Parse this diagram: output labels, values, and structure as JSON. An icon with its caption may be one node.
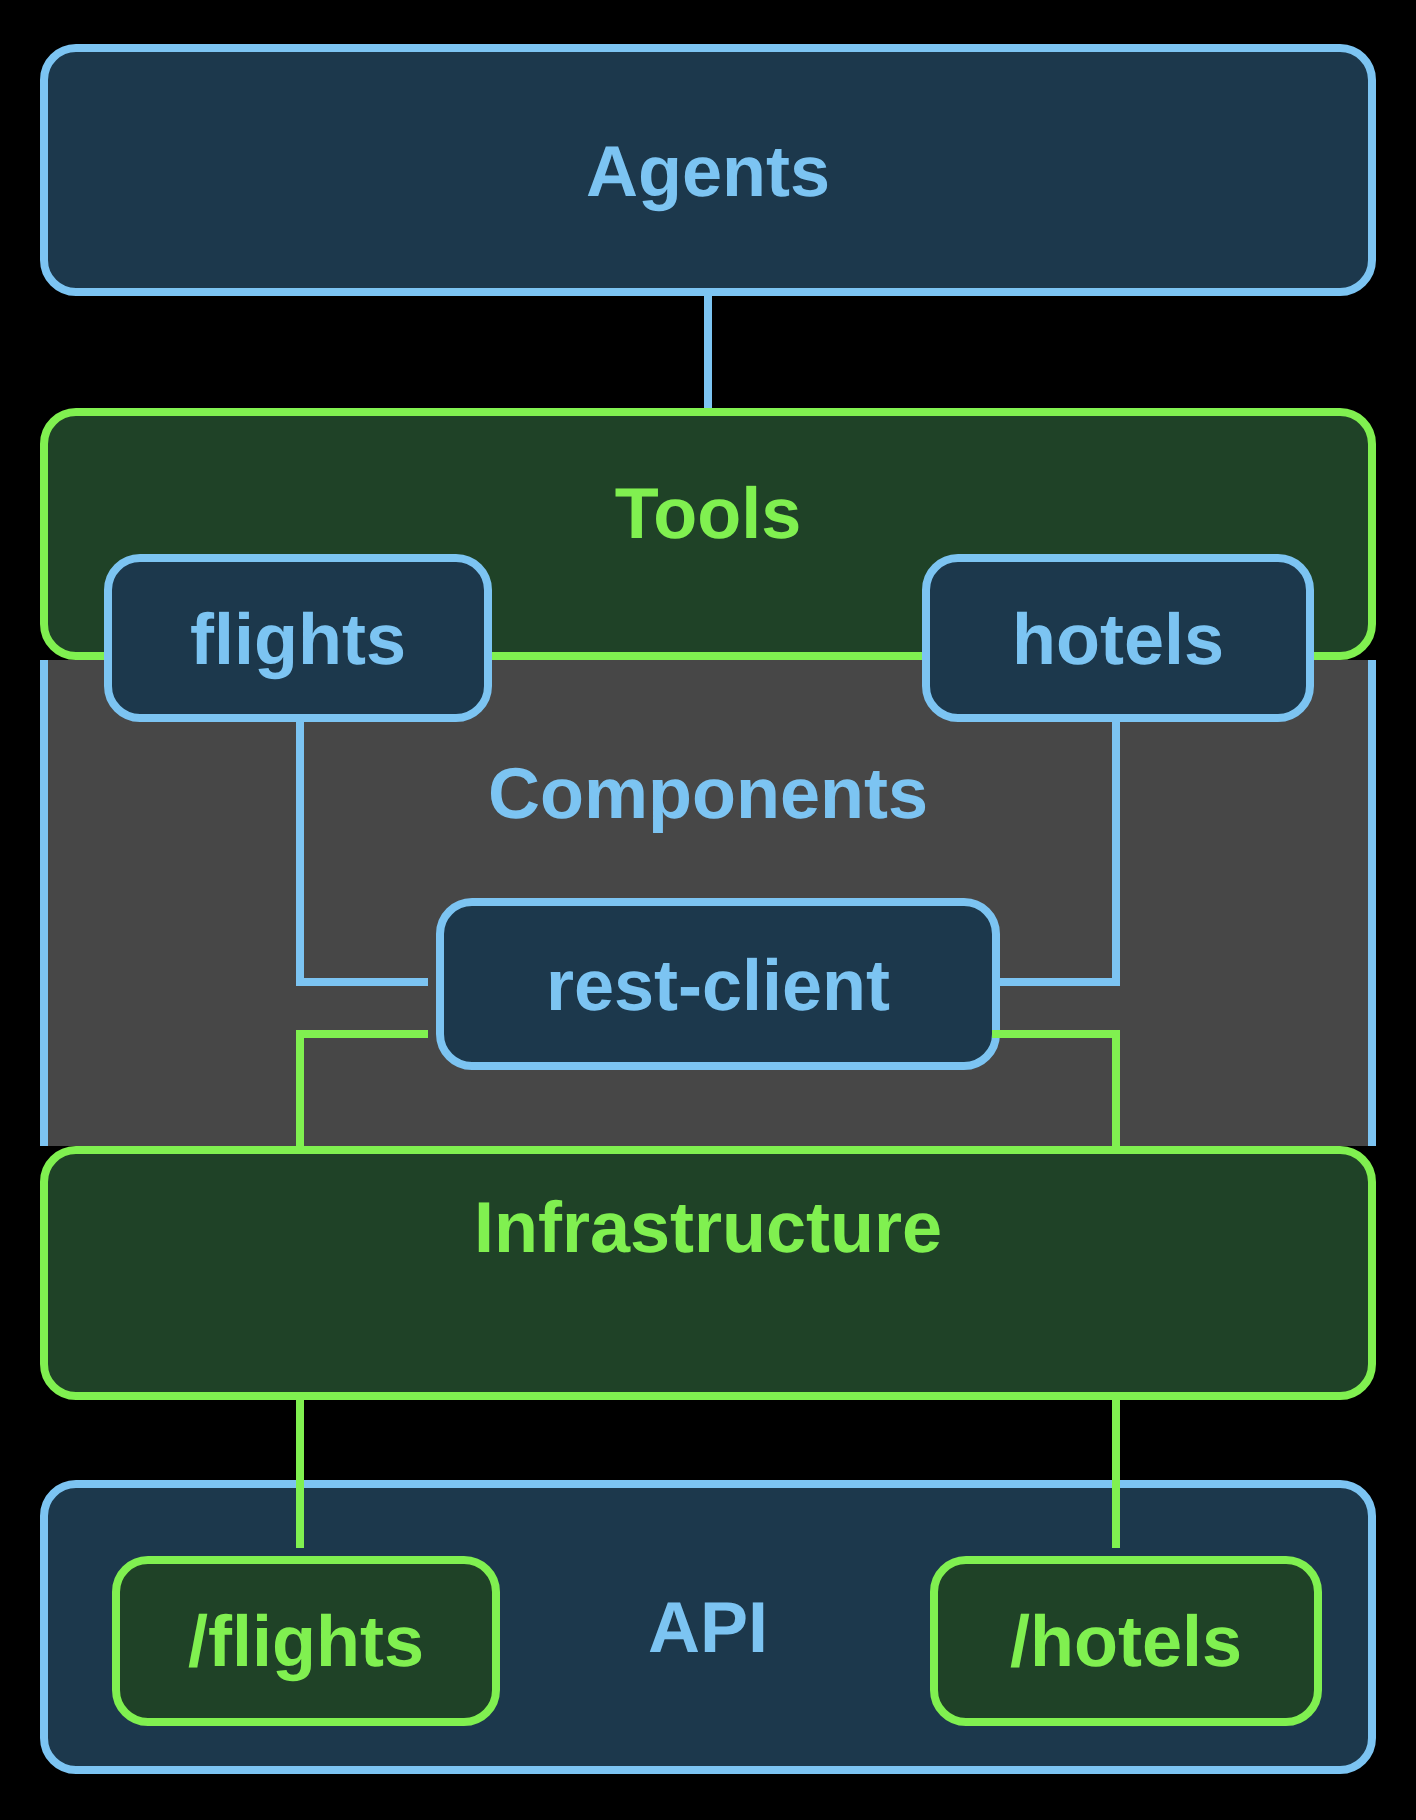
{
  "diagram": {
    "nodes": [
      {
        "text": [
          "Agents"
        ]
      },
      {
        "text": [
          "Components"
        ]
      },
      {
        "text": [
          "Tools"
        ]
      },
      {
        "text": [
          "flights"
        ]
      },
      {
        "text": [
          "hotels"
        ]
      },
      {
        "text": [
          "rest-client"
        ],
        "in": 1
      },
      {
        "text": [
          "Infrastructure"
        ]
      },
      {
        "text": [
          "API"
        ]
      },
      {
        "text": [
          "/flights"
        ],
        "in": 7
      },
      {
        "text": [
          "/hotels"
        ],
        "in": 7
      }
    ],
    "edges": [
      {
        "from": 0,
        "to": 2,
        "arrow": "none",
        "color": "#7cc4f2"
      },
      {
        "from": 3,
        "to": 5,
        "arrow": "none",
        "color": "#7cc4f2"
      },
      {
        "from": 4,
        "to": 5,
        "arrow": "none",
        "color": "#7cc4f2"
      },
      {
        "from": 5,
        "to": 6,
        "arrow": "none"
      },
      {
        "from": 5,
        "to": 6,
        "arrow": "none"
      },
      {
        "from": 6,
        "to": 8,
        "arrow": "none"
      },
      {
        "from": 6,
        "to": 9,
        "arrow": "none"
      }
    ]
  }
}
